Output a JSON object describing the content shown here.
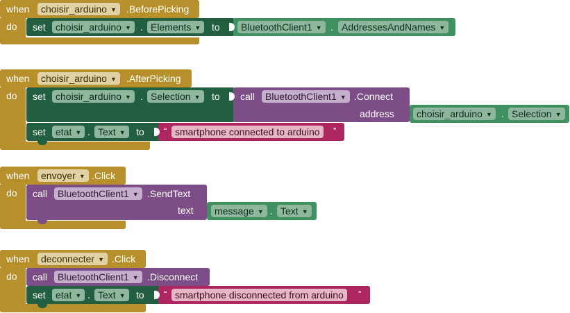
{
  "keywords": {
    "when": "when",
    "do": "do",
    "set": "set",
    "to": "to",
    "call": "call",
    "dot": "."
  },
  "colors": {
    "event": "#b8902b",
    "set": "#215f40",
    "getter": "#3f9161",
    "call": "#7d4d88",
    "text": "#ad2660"
  },
  "dropdown_icon": "triangle-down-icon",
  "block1": {
    "component": "choisir_arduino",
    "event": ".BeforePicking",
    "set_component": "choisir_arduino",
    "set_property": "Elements",
    "get_component": "BluetoothClient1",
    "get_property": "AddressesAndNames"
  },
  "block2": {
    "component": "choisir_arduino",
    "event": ".AfterPicking",
    "set_component": "choisir_arduino",
    "set_property": "Selection",
    "call_component": "BluetoothClient1",
    "call_method": ".Connect",
    "arg_label": "address",
    "arg_component": "choisir_arduino",
    "arg_property": "Selection",
    "set2_component": "etat",
    "set2_property": "Text",
    "text_value": "smartphone connected to arduino",
    "quote_open": "“",
    "quote_close": "”"
  },
  "block3": {
    "component": "envoyer",
    "event": ".Click",
    "call_component": "BluetoothClient1",
    "call_method": ".SendText",
    "arg_label": "text",
    "arg_component": "message",
    "arg_property": "Text"
  },
  "block4": {
    "component": "deconnecter",
    "event": ".Click",
    "call_component": "BluetoothClient1",
    "call_method": ".Disconnect",
    "set_component": "etat",
    "set_property": "Text",
    "text_value": "smartphone disconnected from arduino",
    "quote_open": "“",
    "quote_close": "”"
  }
}
